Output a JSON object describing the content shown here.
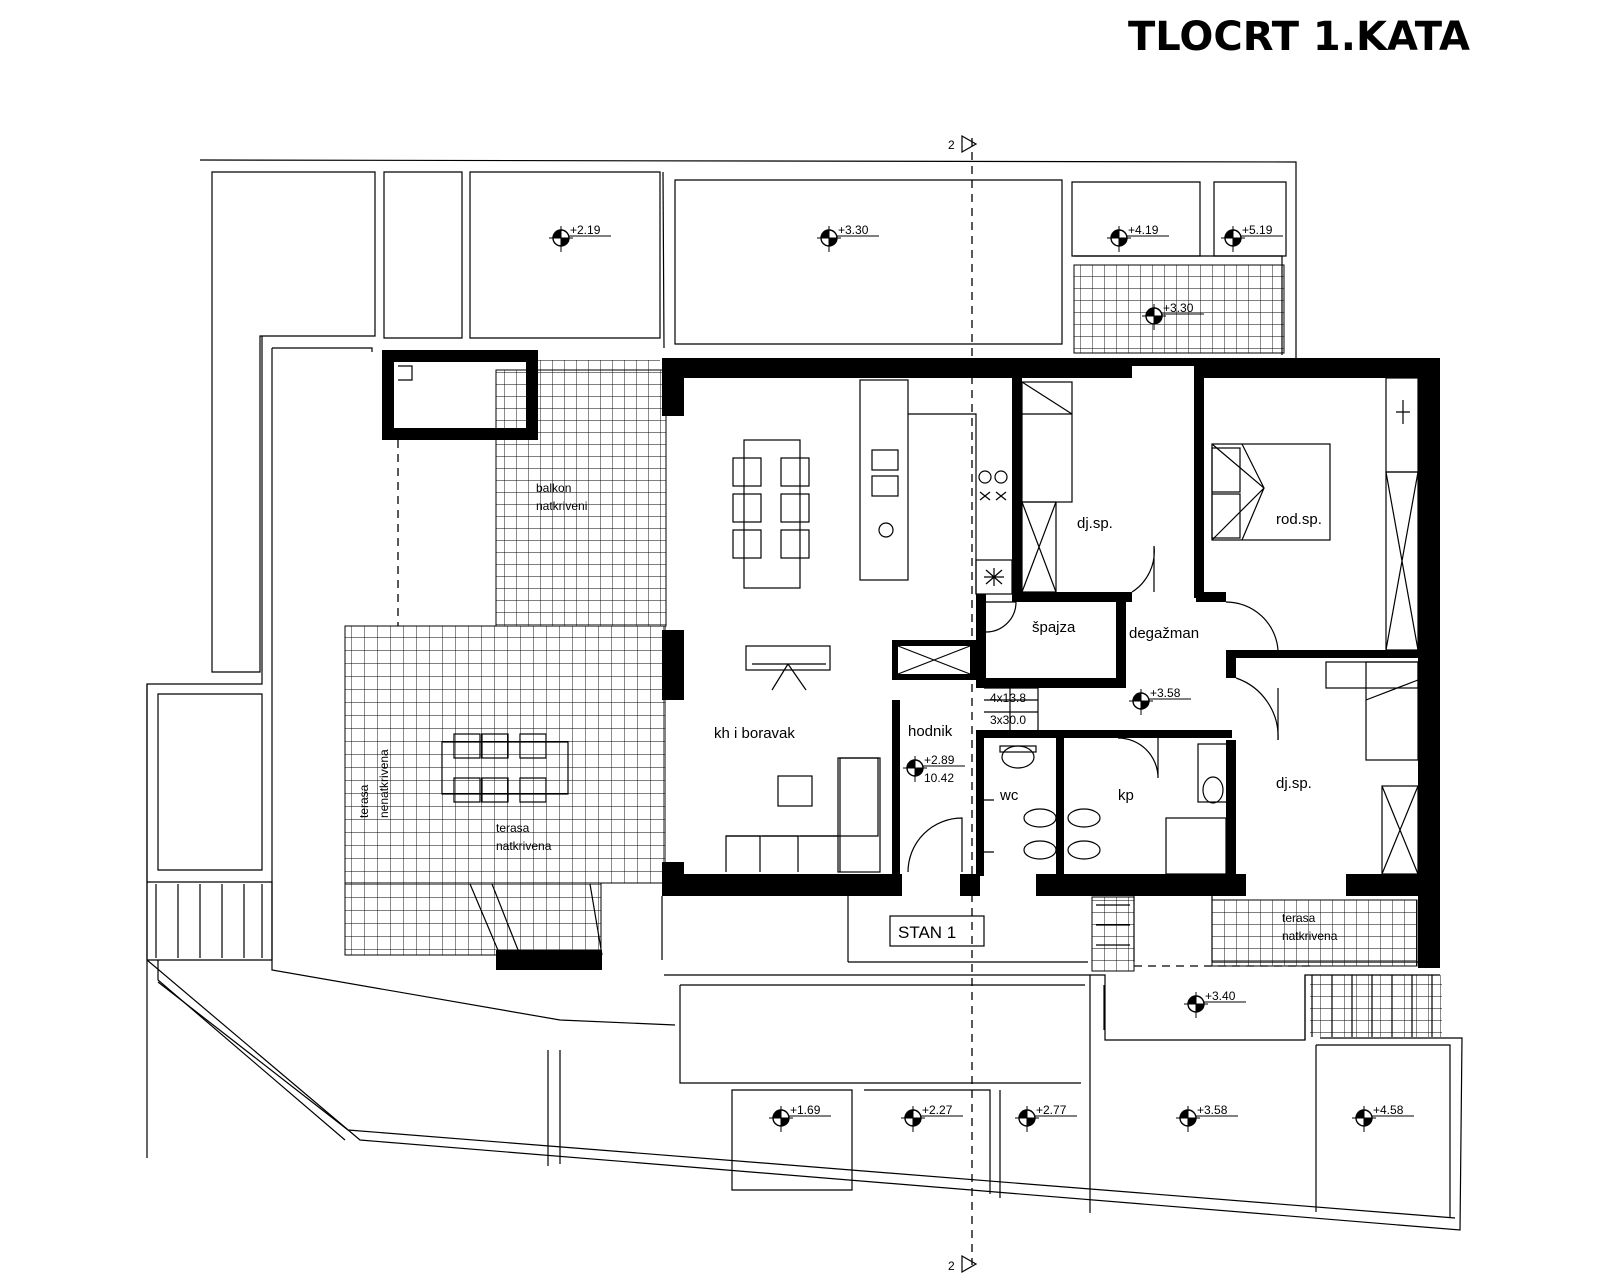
{
  "title": "TLOCRT 1.KATA",
  "section_marker": "2",
  "unit_label": "STAN 1",
  "rooms": {
    "living": "kh i boravak",
    "hall": "hodnik",
    "child_room_top": "dj.sp.",
    "parents_room": "rod.sp.",
    "pantry": "špajza",
    "corridor": "degažman",
    "wc": "wc",
    "bathroom": "kp",
    "child_room_right": "dj.sp.",
    "balcony_line1": "balkon",
    "balcony_line2": "natkriveni",
    "terrace_open_line1": "terasa",
    "terrace_open_line2": "nenatkrivena",
    "terrace_covered_line1": "terasa",
    "terrace_covered_line2": "natkrivena",
    "terrace_right_line1": "terasa",
    "terrace_right_line2": "natkrivena"
  },
  "stairs_note": {
    "line1": "4x13.8",
    "line2": "3x30.0"
  },
  "hall_area": "10.42",
  "levels": [
    {
      "id": "lvl-top-1",
      "value": "+2.19"
    },
    {
      "id": "lvl-top-2",
      "value": "+3.30"
    },
    {
      "id": "lvl-top-3",
      "value": "+4.19"
    },
    {
      "id": "lvl-top-4",
      "value": "+5.19"
    },
    {
      "id": "lvl-top-5",
      "value": "+3.30"
    },
    {
      "id": "lvl-degazman",
      "value": "+3.58"
    },
    {
      "id": "lvl-hodnik",
      "value": "+2.89"
    },
    {
      "id": "lvl-entry",
      "value": "+3.40"
    },
    {
      "id": "lvl-bot-1",
      "value": "+1.69"
    },
    {
      "id": "lvl-bot-2",
      "value": "+2.27"
    },
    {
      "id": "lvl-bot-3",
      "value": "+2.77"
    },
    {
      "id": "lvl-bot-4",
      "value": "+3.58"
    },
    {
      "id": "lvl-bot-5",
      "value": "+4.58"
    }
  ]
}
